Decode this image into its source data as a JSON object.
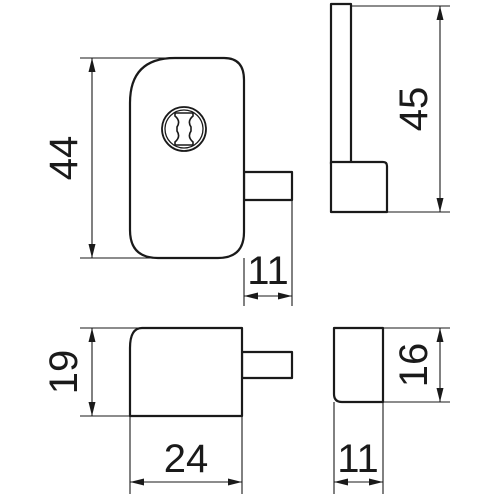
{
  "dimensions": {
    "height_front": "44",
    "height_side": "45",
    "bolt_front": "11",
    "height_bottom": "19",
    "height_bottom_side": "16",
    "width_bottom": "24",
    "width_bottom_side": "11"
  },
  "colors": {
    "line": "#1a1a1a",
    "background": "#ffffff"
  },
  "icons": {
    "keyhole": "cylinder-keyhole-icon"
  }
}
